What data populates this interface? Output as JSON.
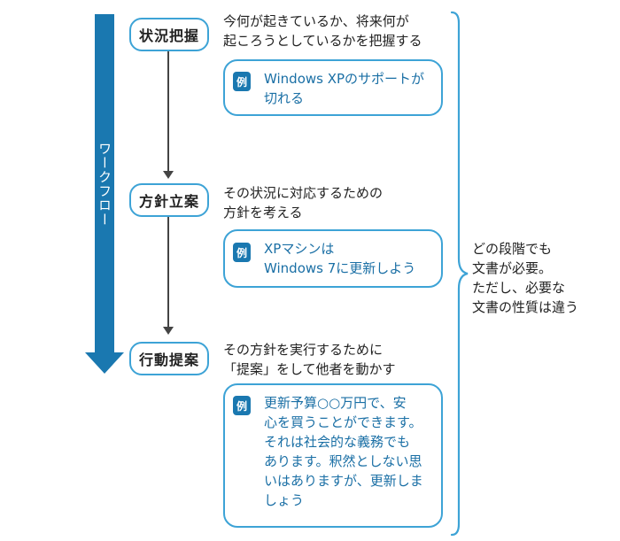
{
  "workflow_label": "ワークフロー",
  "stages": [
    {
      "label": "状況把握",
      "description": [
        "今何が起きているか、将来何が",
        "起ころうとしているかを把握する"
      ],
      "example_badge": "例",
      "example": [
        "Windows XPのサポートが",
        "切れる"
      ]
    },
    {
      "label": "方針立案",
      "description": [
        "その状況に対応するための",
        "方針を考える"
      ],
      "example_badge": "例",
      "example": [
        "XPマシンは",
        "Windows 7に更新しよう"
      ]
    },
    {
      "label": "行動提案",
      "description": [
        "その方針を実行するために",
        "「提案」をして他者を動かす"
      ],
      "example_badge": "例",
      "example": [
        "更新予算○○万円で、安",
        "心を買うことができます。",
        "それは社会的な義務でも",
        "あります。釈然としない思",
        "いはありますが、更新しま",
        "しょう"
      ]
    }
  ],
  "note": [
    "どの段階でも",
    "文書が必要。",
    "ただし、必要な",
    "文書の性質は違う"
  ],
  "colors": {
    "arrow": "#1a78b0",
    "border": "#3da3d6",
    "example_text": "#1a6fa5"
  }
}
